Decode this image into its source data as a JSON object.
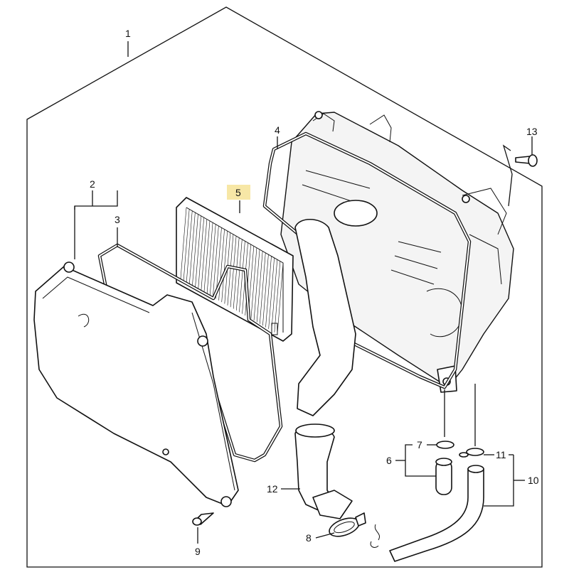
{
  "diagram": {
    "title": "",
    "highlight_color": "#f7e7a6",
    "line_color": "#111111",
    "callouts": [
      {
        "id": "c1",
        "text": "1"
      },
      {
        "id": "c2",
        "text": "2"
      },
      {
        "id": "c3",
        "text": "3"
      },
      {
        "id": "c4",
        "text": "4"
      },
      {
        "id": "c5",
        "text": "5",
        "highlighted": true
      },
      {
        "id": "c6",
        "text": "6"
      },
      {
        "id": "c7",
        "text": "7"
      },
      {
        "id": "c8",
        "text": "8"
      },
      {
        "id": "c9",
        "text": "9"
      },
      {
        "id": "c10",
        "text": "10"
      },
      {
        "id": "c11",
        "text": "11"
      },
      {
        "id": "c12",
        "text": "12"
      },
      {
        "id": "c13",
        "text": "13"
      }
    ],
    "parts": [
      {
        "callout": "1",
        "icon": "assembly-outline"
      },
      {
        "callout": "2",
        "icon": "cover-icon"
      },
      {
        "callout": "3",
        "icon": "gasket-icon"
      },
      {
        "callout": "4",
        "icon": "gasket-icon"
      },
      {
        "callout": "5",
        "icon": "filter-element-icon"
      },
      {
        "callout": "6",
        "icon": "drain-plug-icon"
      },
      {
        "callout": "7",
        "icon": "clip-icon"
      },
      {
        "callout": "8",
        "icon": "hose-clamp-icon"
      },
      {
        "callout": "9",
        "icon": "screw-icon"
      },
      {
        "callout": "10",
        "icon": "hose-icon"
      },
      {
        "callout": "11",
        "icon": "clip-icon"
      },
      {
        "callout": "12",
        "icon": "inlet-duct-icon"
      },
      {
        "callout": "13",
        "icon": "screw-icon"
      }
    ]
  }
}
